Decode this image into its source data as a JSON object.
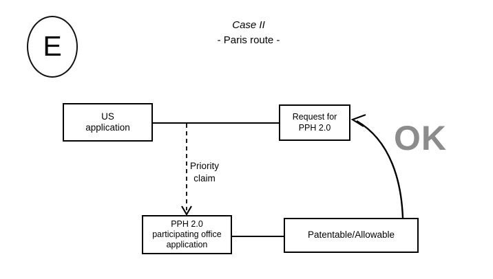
{
  "page_marker": {
    "letter": "E"
  },
  "title": {
    "main": "Case II",
    "sub": "- Paris route -"
  },
  "stamp": {
    "label": "OK",
    "color": "#8c8c8c"
  },
  "nodes": [
    {
      "id": "us-application",
      "line1": "US",
      "line2": "application",
      "text": "US application"
    },
    {
      "id": "request-pph",
      "line1": "Request for",
      "line2": "PPH 2.0",
      "text": "Request for PPH 2.0"
    },
    {
      "id": "pph-office-application",
      "line1": "PPH 2.0",
      "line2": "participating office",
      "line3": "application",
      "text": "PPH 2.0 participating office application"
    },
    {
      "id": "patentable-allowable",
      "line1": "Patentable/Allowable",
      "text": "Patentable/Allowable"
    }
  ],
  "edges": [
    {
      "id": "us-to-request",
      "style": "solid",
      "label": "",
      "from": "us-application",
      "to": "request-pph"
    },
    {
      "id": "priority-claim",
      "style": "dashed-arrow",
      "label_line1": "Priority",
      "label_line2": "claim",
      "from": "us-to-request",
      "to": "pph-office-application"
    },
    {
      "id": "pph-to-patentable",
      "style": "solid",
      "label": "",
      "from": "pph-office-application",
      "to": "patentable-allowable"
    },
    {
      "id": "patentable-to-request",
      "style": "curved-arrow",
      "label": "",
      "from": "patentable-allowable",
      "to": "request-pph"
    }
  ],
  "colors": {
    "background": "#ffffff",
    "stroke": "#000000",
    "stamp": "#8c8c8c"
  }
}
